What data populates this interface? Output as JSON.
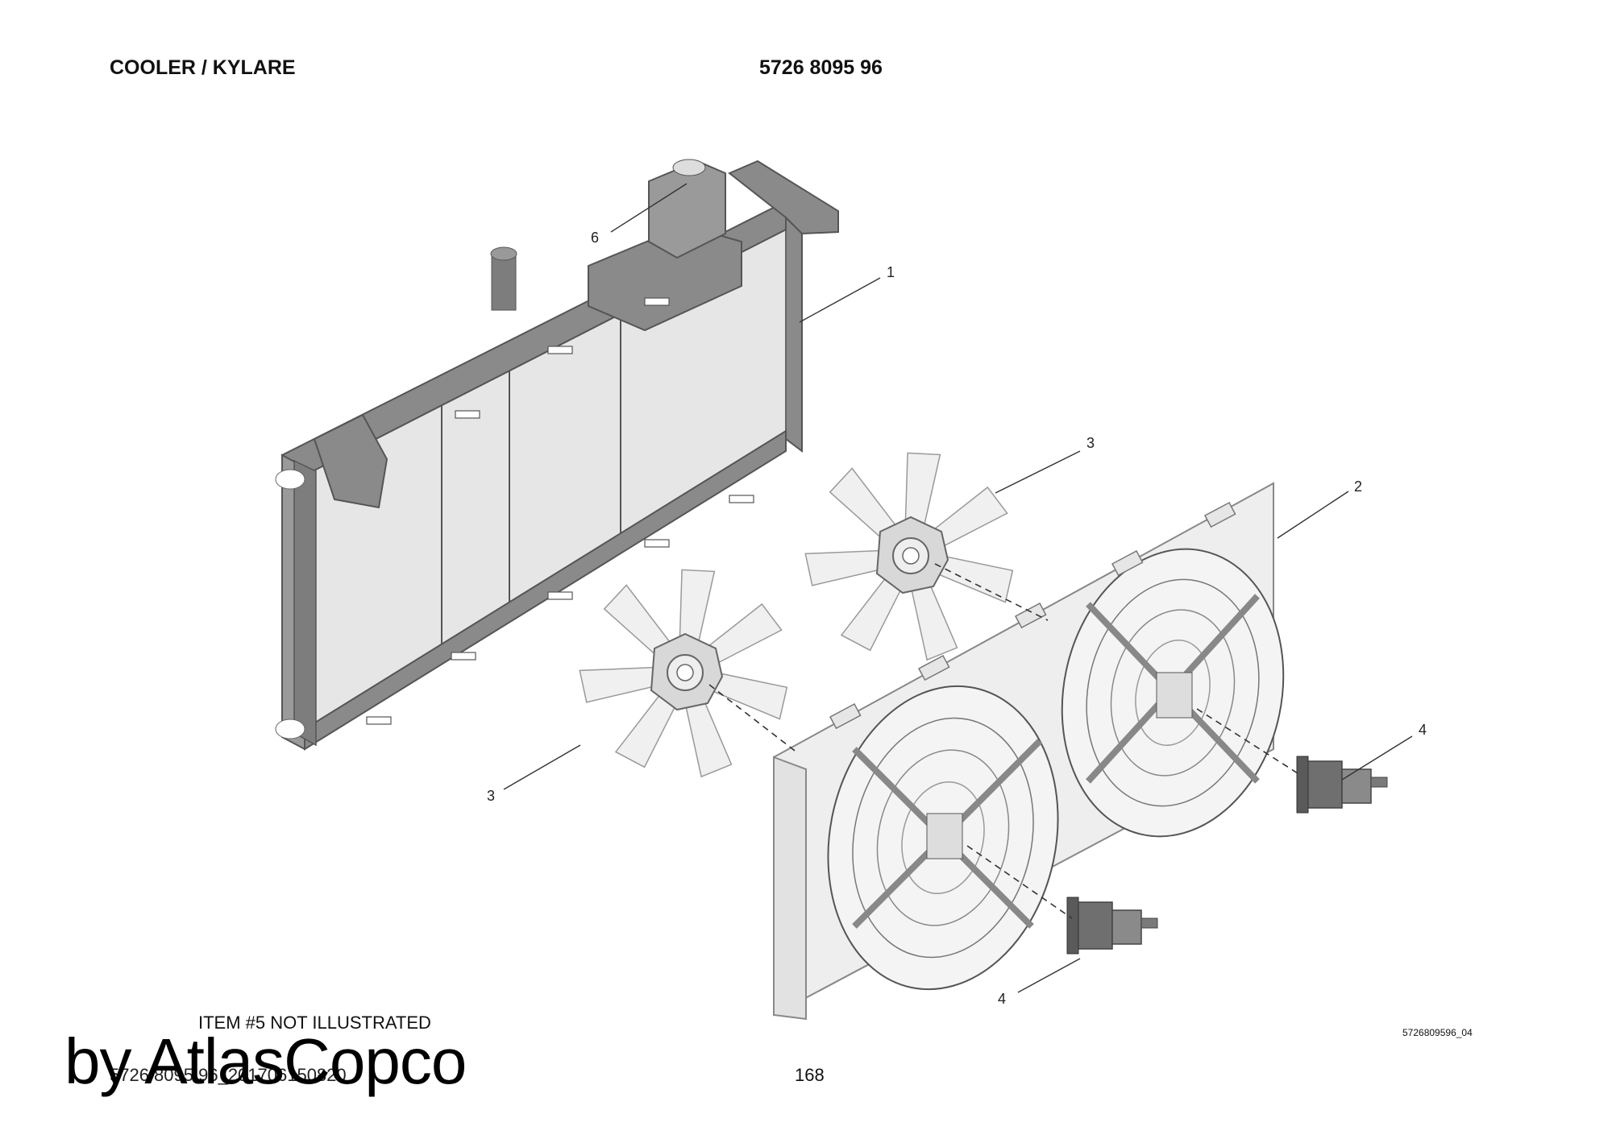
{
  "header": {
    "title": "COOLER / KYLARE",
    "part_number": "5726 8095 96"
  },
  "callouts": {
    "c1": "1",
    "c2": "2",
    "c3a": "3",
    "c3b": "3",
    "c4a": "4",
    "c4b": "4",
    "c6": "6"
  },
  "note": "ITEM #5 NOT ILLUSTRATED",
  "figure_ref": "5726809596_04",
  "footer": {
    "doc_code": "5726 8095 96_201706150820",
    "page_number": "168"
  },
  "watermark": "by AtlasCopco",
  "colors": {
    "frame": "#8a8a8a",
    "panel": "#e6e6e6",
    "shroud": "#eeeeee",
    "blade": "#f0f0f0",
    "motor": "#6f6f6f"
  }
}
